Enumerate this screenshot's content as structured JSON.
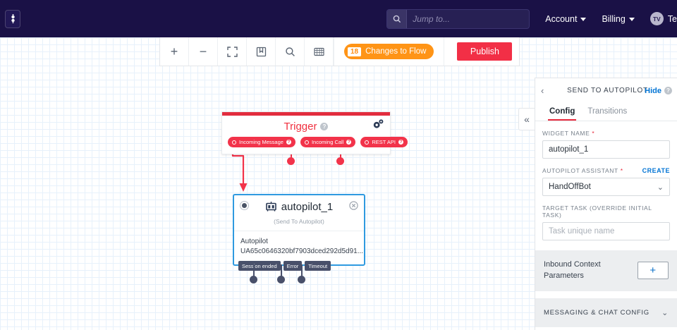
{
  "topnav": {
    "logo_icon": "chip-icon",
    "search": {
      "icon": "search-icon",
      "placeholder": "Jump to...",
      "value": ""
    },
    "menus": [
      {
        "label": "Account",
        "icon": "chevron-down-icon"
      },
      {
        "label": "Billing",
        "icon": "chevron-down-icon"
      }
    ],
    "user": {
      "avatar_initials": "TV",
      "name": "Te"
    }
  },
  "toolbar": {
    "buttons": [
      {
        "name": "zoom-in-button",
        "icon": "plus-icon",
        "glyph": "+"
      },
      {
        "name": "zoom-out-button",
        "icon": "minus-icon",
        "glyph": "−"
      },
      {
        "name": "fit-to-screen-button",
        "icon": "expand-icon",
        "glyph": ""
      },
      {
        "name": "bookmark-button",
        "icon": "page-bookmark-icon",
        "glyph": ""
      },
      {
        "name": "search-canvas-button",
        "icon": "search-icon",
        "glyph": ""
      },
      {
        "name": "grid-toggle-button",
        "icon": "grid-icon",
        "glyph": ""
      }
    ],
    "changes_count": "18",
    "changes_label": "Changes to Flow",
    "publish_label": "Publish"
  },
  "trigger_node": {
    "title": "Trigger",
    "help_icon": "question-mark-icon",
    "settings_icon": "gears-icon",
    "pills": [
      {
        "label": "Incoming Message",
        "name": "trigger-pill-incoming-message"
      },
      {
        "label": "Incoming Call",
        "name": "trigger-pill-incoming-call"
      },
      {
        "label": "REST API",
        "name": "trigger-pill-rest-api"
      }
    ]
  },
  "autopilot_node": {
    "icon": "robot-icon",
    "title": "autopilot_1",
    "subtitle": "(Send To Autopilot)",
    "close_icon": "close-circle-icon",
    "body_label": "Autopilot",
    "body_value": "UA65c0646320bf7903dced292d5d91...",
    "transitions": [
      {
        "label": "Session ended",
        "name": "transition-session-ended"
      },
      {
        "label": "Error",
        "name": "transition-error"
      },
      {
        "label": "Timeout",
        "name": "transition-timeout"
      }
    ]
  },
  "collapse_handle": {
    "icon": "double-chevron-left-icon",
    "glyph": "«"
  },
  "panel": {
    "back_icon": "chevron-left-icon",
    "title": "SEND TO AUTOPILOT",
    "hide_label": "Hide",
    "hide_help_icon": "question-mark-icon",
    "tabs": [
      {
        "label": "Config",
        "active": true
      },
      {
        "label": "Transitions",
        "active": false
      }
    ],
    "fields": {
      "widget_name": {
        "label": "WIDGET NAME",
        "required": true,
        "value": "autopilot_1"
      },
      "autopilot_assistant": {
        "label": "AUTOPILOT ASSISTANT",
        "required": true,
        "action_label": "CREATE",
        "value": "HandOffBot",
        "caret_icon": "chevron-down-icon"
      },
      "target_task": {
        "label": "TARGET TASK (OVERRIDE INITIAL TASK)",
        "required": false,
        "value": "",
        "placeholder": "Task unique name"
      }
    },
    "inbound": {
      "label": "Inbound Context Parameters",
      "add_icon": "plus-icon",
      "add_glyph": "+"
    },
    "messaging_section": {
      "label": "MESSAGING & CHAT CONFIG",
      "caret_icon": "chevron-down-icon"
    }
  },
  "colors": {
    "nav_bg": "#1a1146",
    "trigger_red": "#f2334a",
    "publish_red": "#f22f46",
    "changes_orange": "#ff9416",
    "node_blue": "#2f9ae0",
    "link_blue": "#0274d4",
    "transition_slate": "#49506a"
  }
}
